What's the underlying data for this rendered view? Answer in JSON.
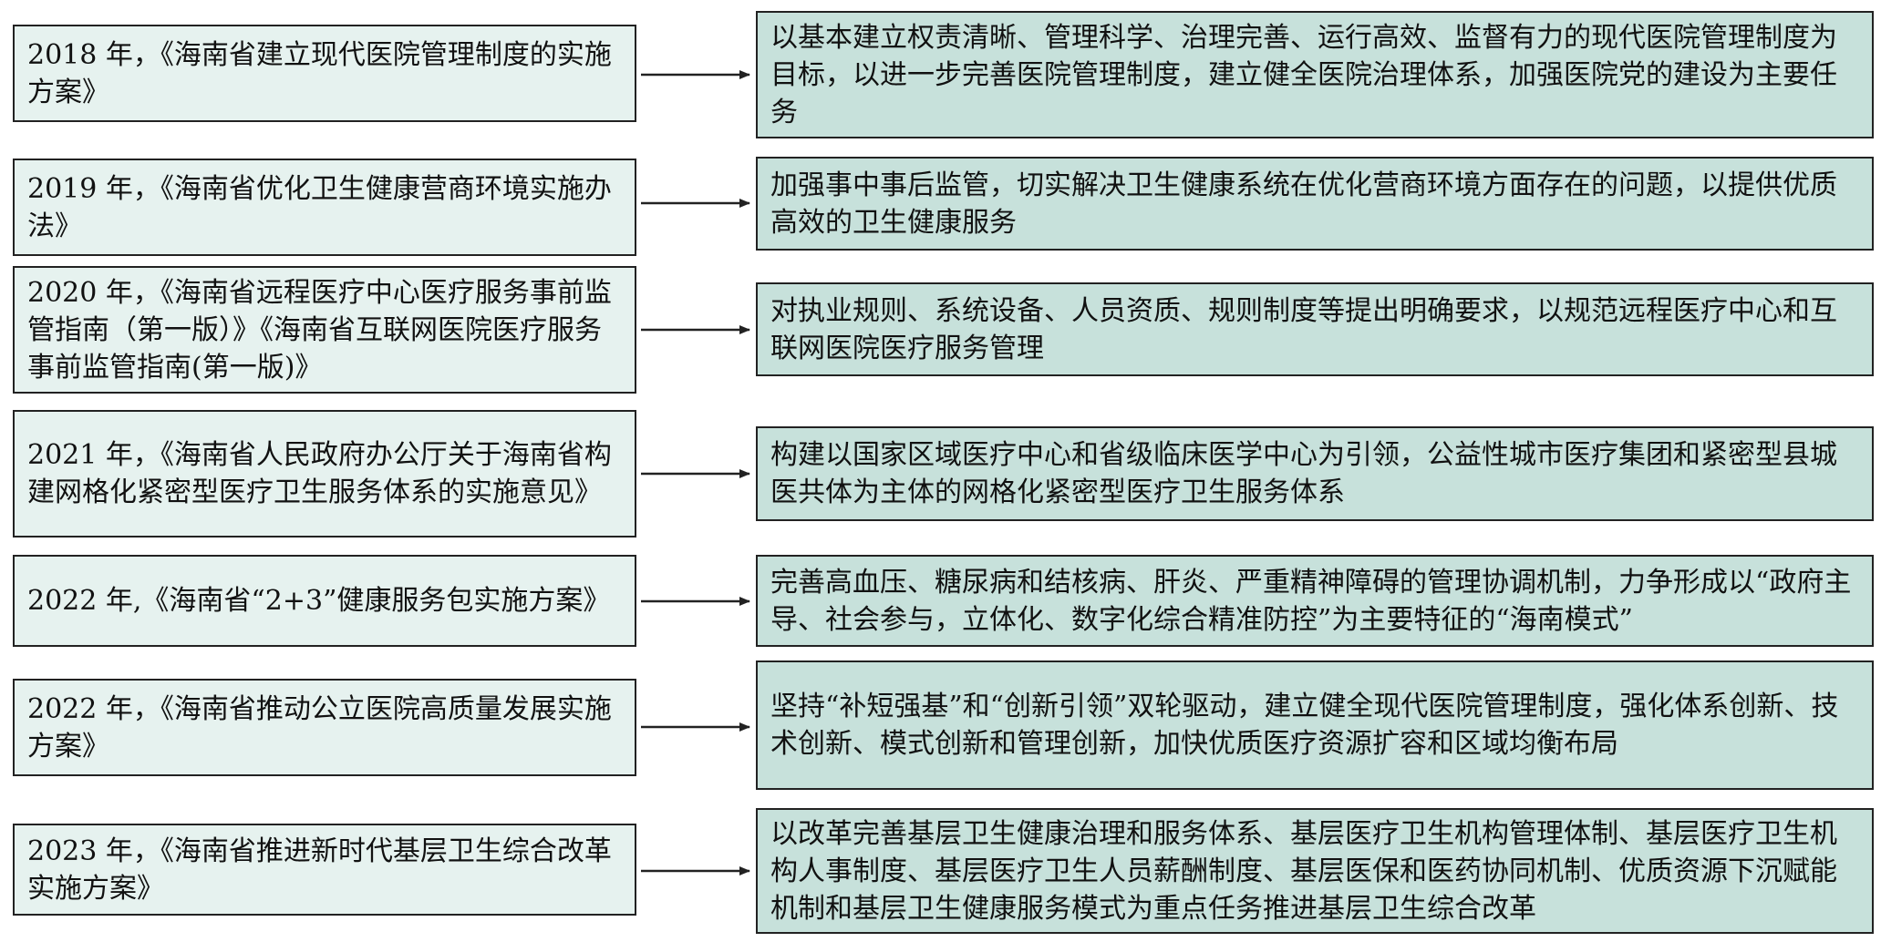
{
  "rows": [
    {
      "policy": "2018 年，《海南省建立现代医院管理制度的实施方案》",
      "description": "以基本建立权责清晰、管理科学、治理完善、运行高效、监督有力的现代医院管理制度为目标，以进一步完善医院管理制度，建立健全医院治理体系，加强医院党的建设为主要任务"
    },
    {
      "policy": "2019 年，《海南省优化卫生健康营商环境实施办法》",
      "description": "加强事中事后监管，切实解决卫生健康系统在优化营商环境方面存在的问题，以提供优质高效的卫生健康服务"
    },
    {
      "policy": "2020 年，《海南省远程医疗中心医疗服务事前监管指南（第一版）》《海南省互联网医院医疗服务事前监管指南(第一版)》",
      "description": "对执业规则、系统设备、人员资质、规则制度等提出明确要求，以规范远程医疗中心和互联网医院医疗服务管理"
    },
    {
      "policy": "2021 年，《海南省人民政府办公厅关于海南省构建网格化紧密型医疗卫生服务体系的实施意见》",
      "description": "构建以国家区域医疗中心和省级临床医学中心为引领，公益性城市医疗集团和紧密型县城医共体为主体的网格化紧密型医疗卫生服务体系"
    },
    {
      "policy": "2022 年,《海南省“2+3”健康服务包实施方案》",
      "description": "完善高血压、糖尿病和结核病、肝炎、严重精神障碍的管理协调机制，力争形成以“政府主导、社会参与，立体化、数字化综合精准防控”为主要特征的“海南模式”"
    },
    {
      "policy": "2022 年，《海南省推动公立医院高质量发展实施方案》",
      "description": "坚持“补短强基”和“创新引领”双轮驱动，建立健全现代医院管理制度，强化体系创新、技术创新、模式创新和管理创新，加快优质医疗资源扩容和区域均衡布局"
    },
    {
      "policy": "2023 年，《海南省推进新时代基层卫生综合改革实施方案》",
      "description": "以改革完善基层卫生健康治理和服务体系、基层医疗卫生机构管理体制、基层医疗卫生机构人事制度、基层医疗卫生人员薪酬制度、基层医保和医药协同机制、优质资源下沉赋能机制和基层卫生健康服务模式为重点任务推进基层卫生综合改革"
    }
  ],
  "colors": {
    "left_fill": "#e6f2ef",
    "right_fill": "#c7e1db",
    "stroke": "#222222"
  }
}
